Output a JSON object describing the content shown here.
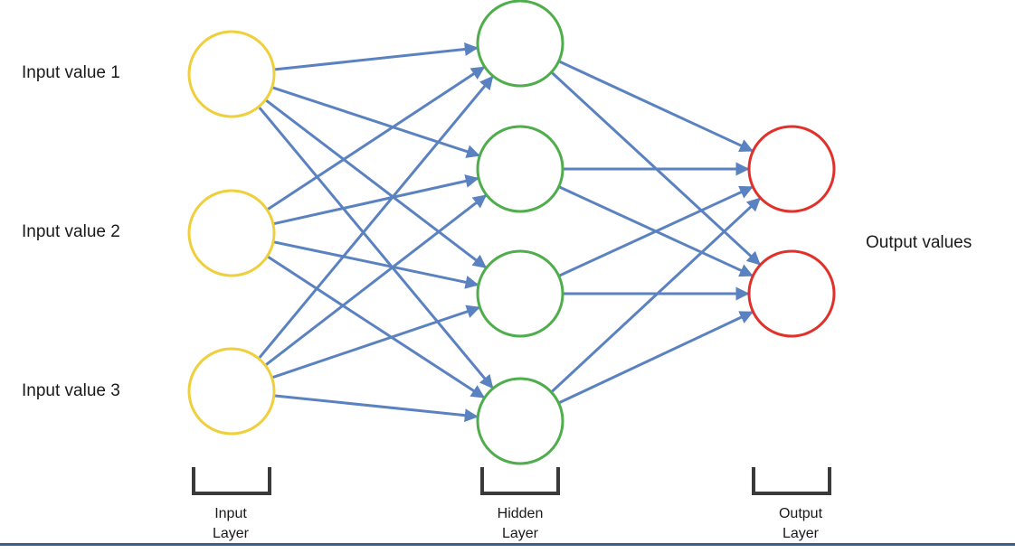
{
  "colors": {
    "input_node": "#f0cf3c",
    "hidden_node": "#4fad4c",
    "output_node": "#e0312a",
    "edge": "#5b82c0",
    "bracket": "#3a3a3a",
    "rule": "#3a5d8a"
  },
  "inputs": [
    {
      "label": "Input value 1"
    },
    {
      "label": "Input value 2"
    },
    {
      "label": "Input value 3"
    }
  ],
  "output": {
    "label": "Output values"
  },
  "layers": [
    {
      "id": "input",
      "line1": "Input",
      "line2": "Layer",
      "node_count": 3
    },
    {
      "id": "hidden",
      "line1": "Hidden",
      "line2": "Layer",
      "node_count": 4
    },
    {
      "id": "output",
      "line1": "Output",
      "line2": "Layer",
      "node_count": 2
    }
  ],
  "connections": "fully-connected"
}
